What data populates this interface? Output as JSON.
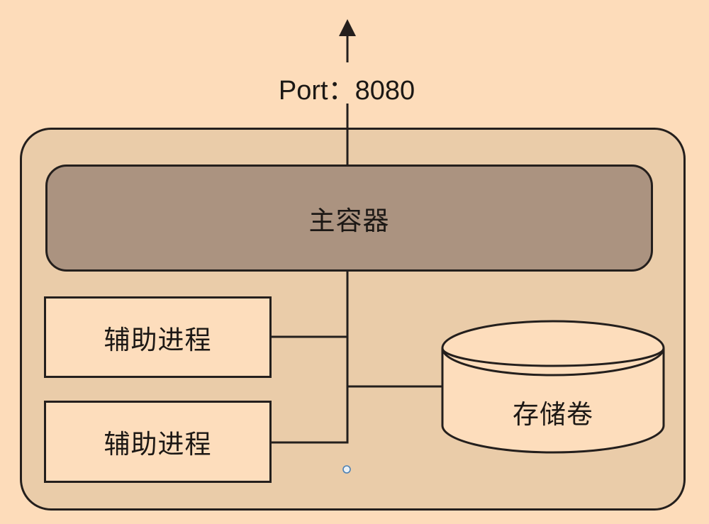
{
  "diagram": {
    "port_label": "Port：8080",
    "main_container_label": "主容器",
    "sidecar1_label": "辅助进程",
    "sidecar2_label": "辅助进程",
    "volume_label": "存储卷"
  },
  "colors": {
    "page_bg": "#FDDCBA",
    "pod_fill": "#EACCA9",
    "main_fill": "#AB9380",
    "box_fill": "#FDDDBC",
    "line": "#241F1D",
    "text": "#1C1815",
    "anchor_stroke": "#4B80B4",
    "anchor_fill": "#EAF0F5"
  }
}
